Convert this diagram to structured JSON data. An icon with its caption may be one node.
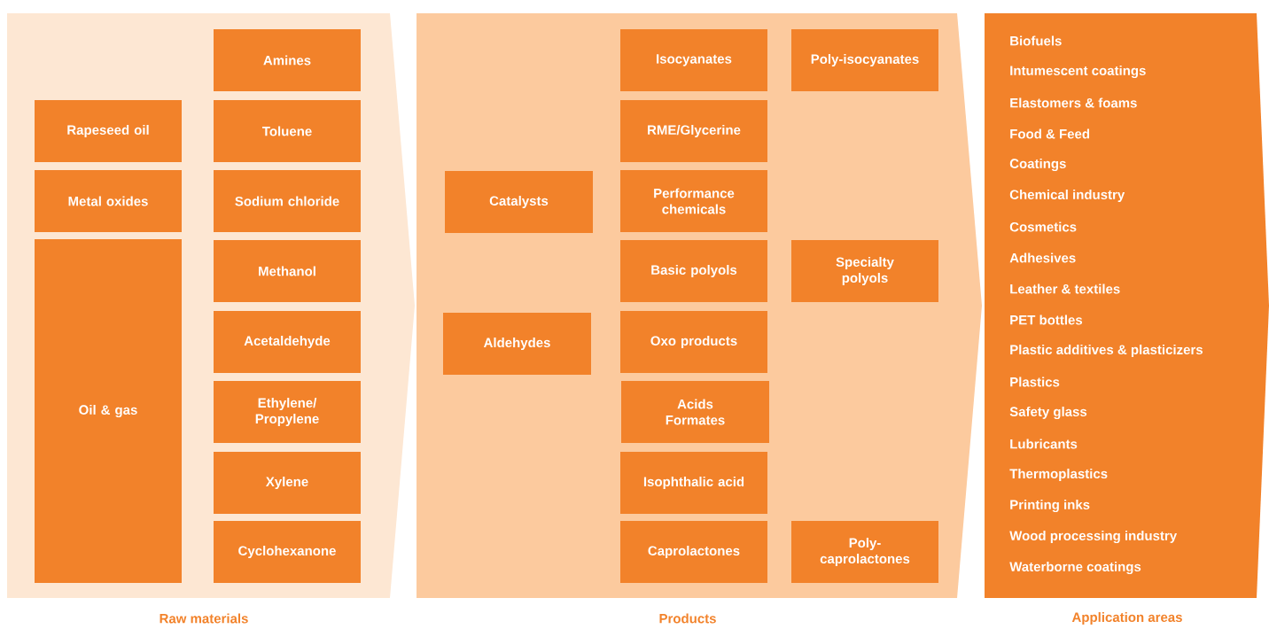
{
  "diagram": {
    "nodes": [
      {
        "text": [
          "Raw materials"
        ]
      },
      {
        "text": [
          "Products"
        ]
      },
      {
        "text": [
          "Application areas",
          "Biofuels",
          "Intumescent coatings",
          "Elastomers & foams",
          "Food & Feed",
          "Coatings",
          "Chemical industry",
          "Cosmetics",
          "Adhesives",
          "Leather & textiles",
          "PET bottles",
          "Plastic additives & plasticizers",
          "Plastics",
          "Safety glass",
          "Lubricants",
          "Thermoplastics",
          "Printing inks",
          "Wood processing industry",
          "Waterborne coatings"
        ]
      },
      {
        "text": [
          "Amines"
        ],
        "in": 0
      },
      {
        "text": [
          "Rapeseed oil"
        ],
        "in": 0
      },
      {
        "text": [
          "Toluene"
        ],
        "in": 0
      },
      {
        "text": [
          "Metal oxides"
        ],
        "in": 0
      },
      {
        "text": [
          "Sodium chloride"
        ],
        "in": 0
      },
      {
        "text": [
          "Oil & gas"
        ],
        "in": 0
      },
      {
        "text": [
          "Methanol"
        ],
        "in": 0
      },
      {
        "text": [
          "Acetaldehyde"
        ],
        "in": 0
      },
      {
        "text": [
          "Ethylene/ Propylene"
        ],
        "in": 0
      },
      {
        "text": [
          "Xylene"
        ],
        "in": 0
      },
      {
        "text": [
          "Cyclohexanone"
        ],
        "in": 0
      },
      {
        "text": [
          "Isocyanates"
        ],
        "in": 1
      },
      {
        "text": [
          "Poly-isocyanates"
        ],
        "in": 1
      },
      {
        "text": [
          "RME/Glycerine"
        ],
        "in": 1
      },
      {
        "text": [
          "Catalysts"
        ],
        "in": 1
      },
      {
        "text": [
          "Performance chemicals"
        ],
        "in": 1
      },
      {
        "text": [
          "Basic polyols"
        ],
        "in": 1
      },
      {
        "text": [
          "Specialty polyols"
        ],
        "in": 1
      },
      {
        "text": [
          "Aldehydes"
        ],
        "in": 1
      },
      {
        "text": [
          "Oxo products"
        ],
        "in": 1
      },
      {
        "text": [
          "Acids Formates"
        ],
        "in": 1
      },
      {
        "text": [
          "Isophthalic acid"
        ],
        "in": 1
      },
      {
        "text": [
          "Caprolactones"
        ],
        "in": 1
      },
      {
        "text": [
          "Poly- caprolactones"
        ],
        "in": 1
      }
    ]
  }
}
